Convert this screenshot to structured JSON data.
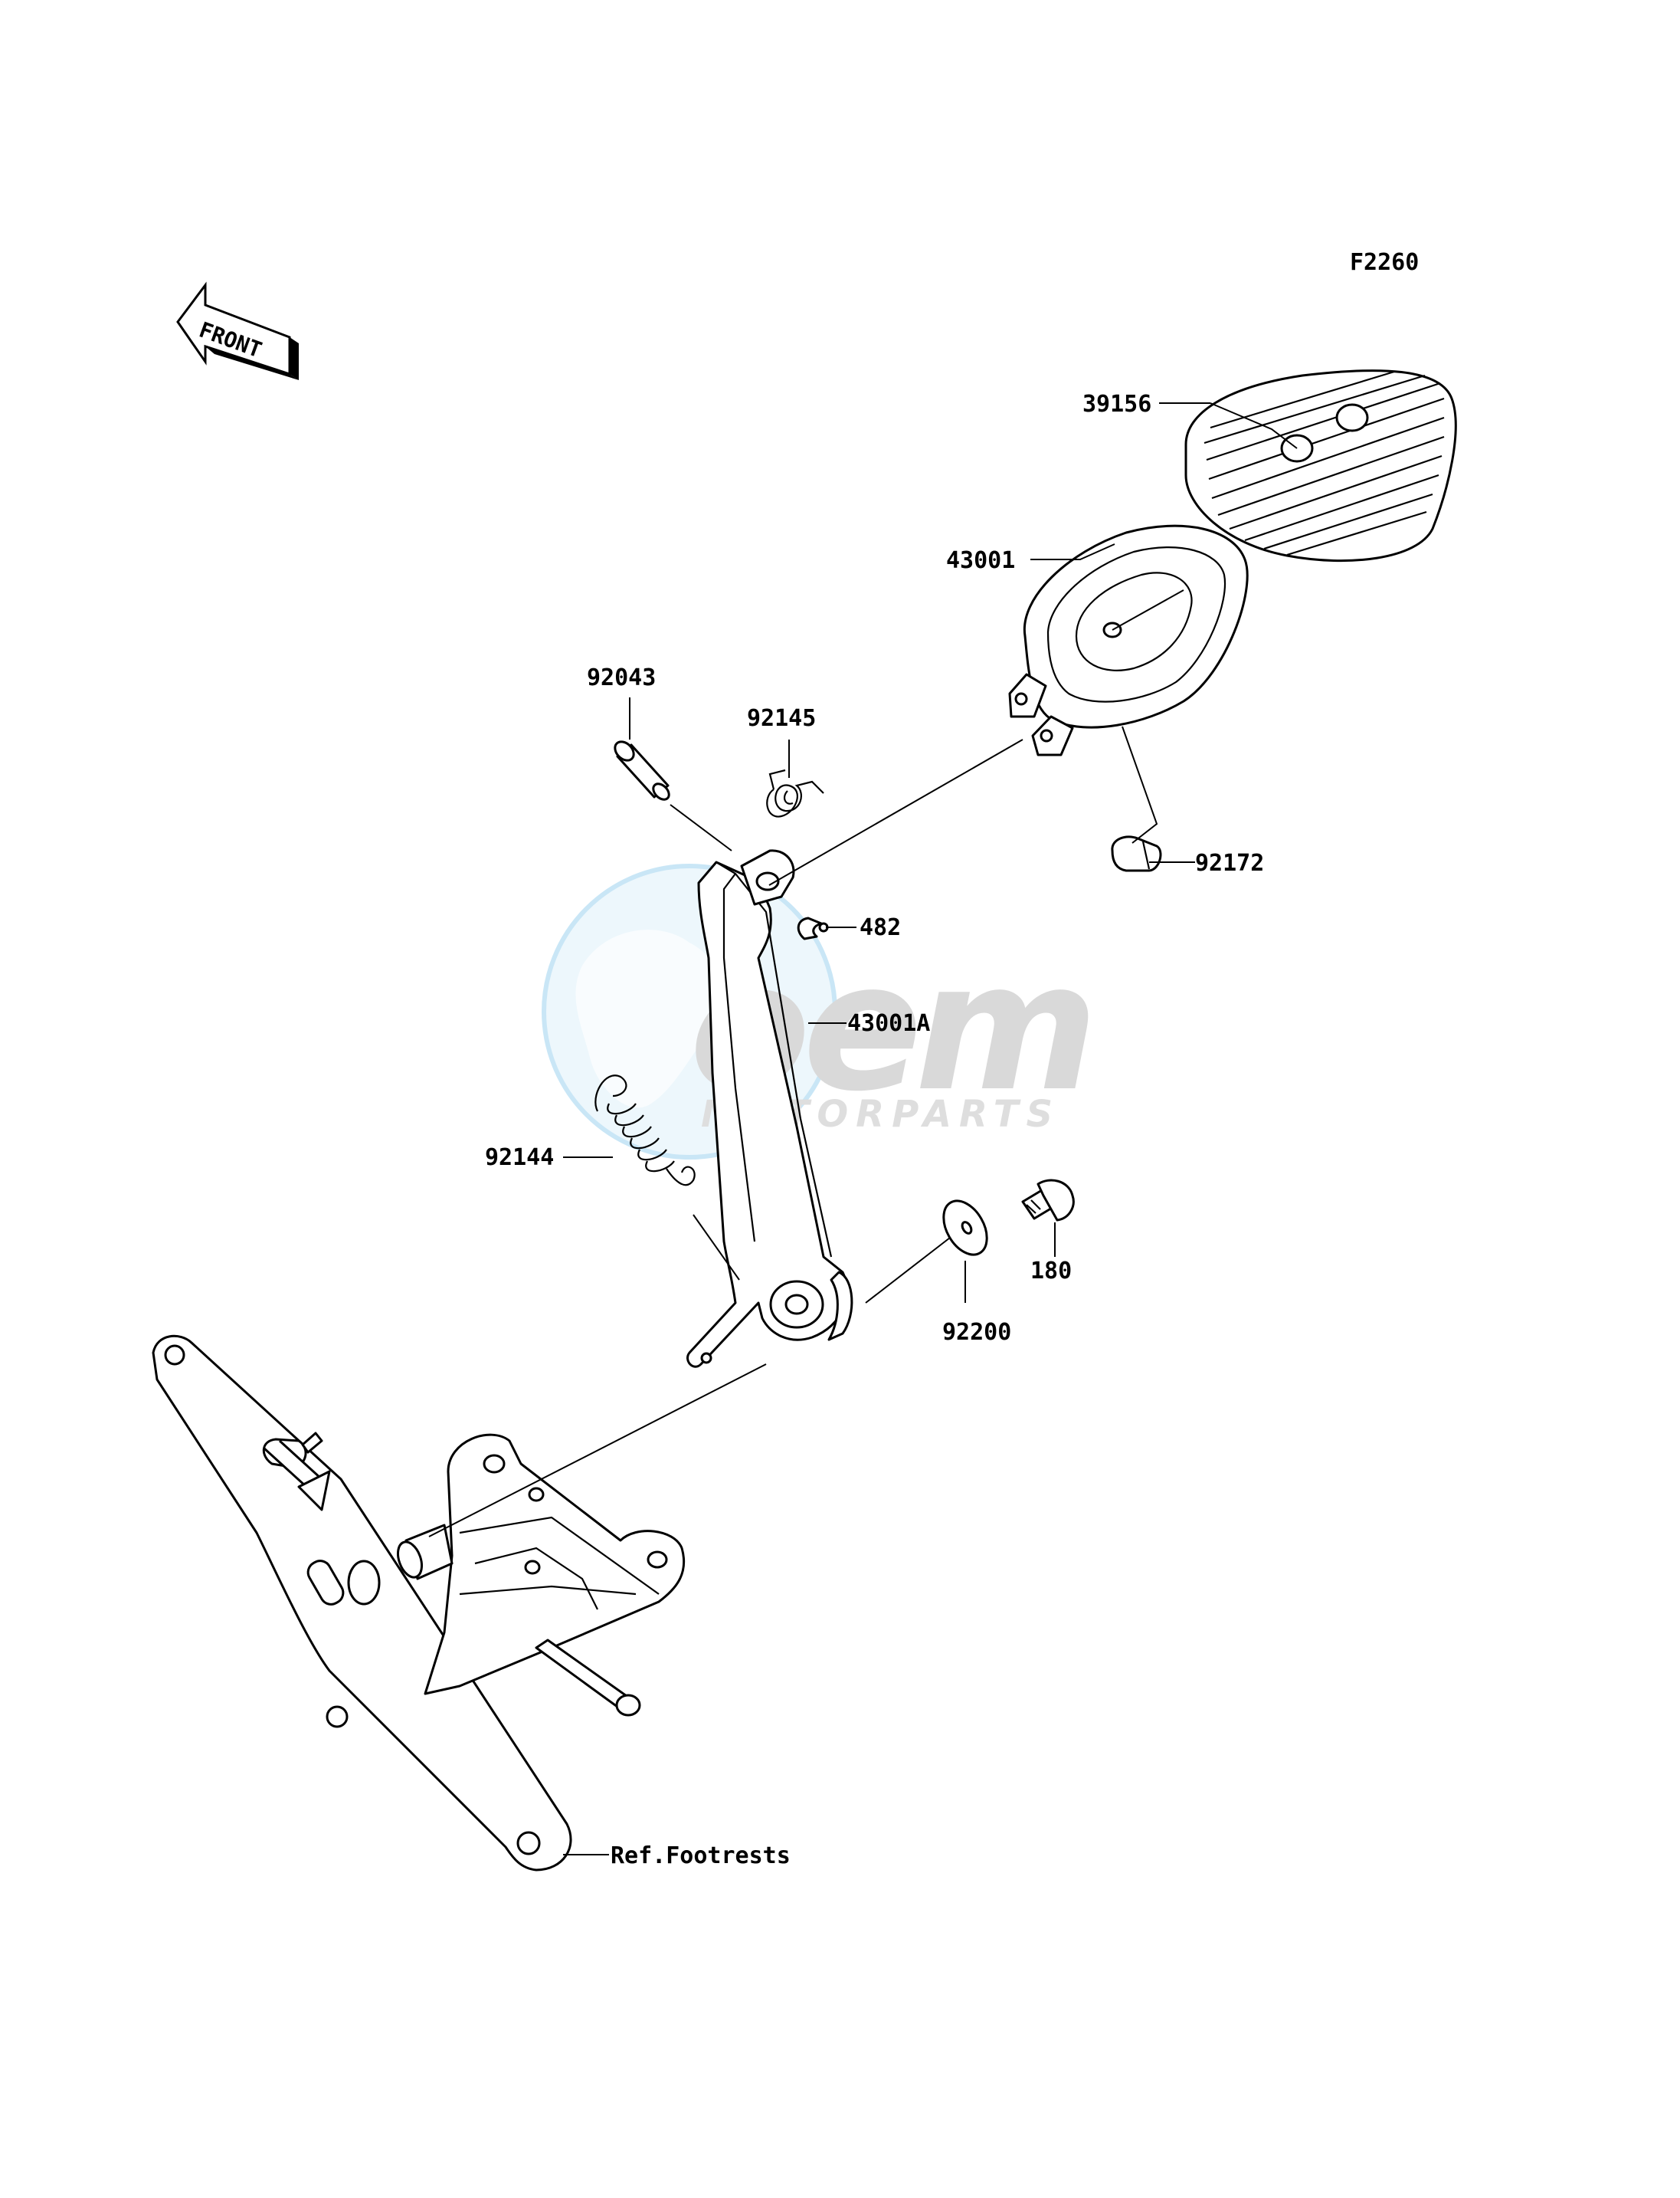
{
  "figure_code": "F2260",
  "front_indicator": "FRONT",
  "watermark": {
    "brand": "oem",
    "subtitle": "MOTORPARTS",
    "color": "#3fa9e0"
  },
  "callouts": {
    "c39156": "39156",
    "c43001": "43001",
    "c92043": "92043",
    "c92145": "92145",
    "c92172": "92172",
    "c482": "482",
    "c43001A": "43001A",
    "c92144": "92144",
    "c180": "180",
    "c92200": "92200",
    "ref_footrests": "Ref.Footrests"
  }
}
